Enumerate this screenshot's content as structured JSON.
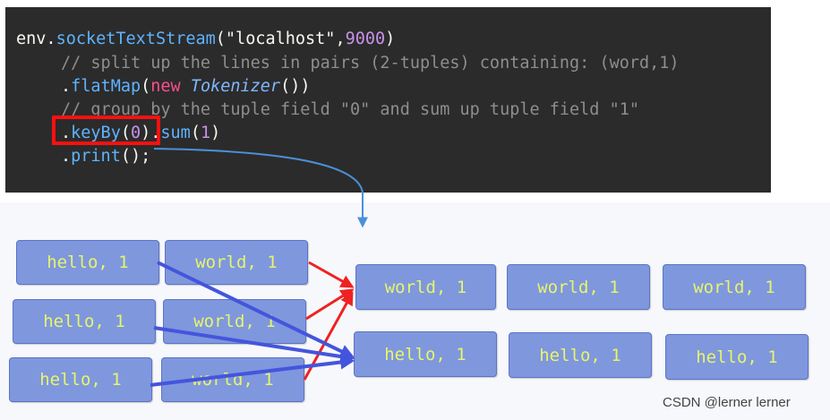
{
  "code": {
    "line1": {
      "obj": "env",
      "dot": ".",
      "fn": "socketTextStream",
      "open": "(",
      "arg1": "\"localhost\"",
      "comma": ",",
      "arg2": "9000",
      "close": ")"
    },
    "line2": {
      "comment": "// split up the lines in pairs (2-tuples) containing: (word,1)"
    },
    "line3": {
      "dot": ".",
      "fn": "flatMap",
      "open": "(",
      "kw": "new",
      "space": " ",
      "cls": "Tokenizer",
      "close": "())"
    },
    "line4": {
      "comment": "// group by the tuple field \"0\" and sum up tuple field \"1\""
    },
    "line5": {
      "dot": ".",
      "fn": "keyBy",
      "open": "(",
      "arg": "0",
      "close": ")",
      "dot2": ".",
      "fn2": "sum",
      "open2": "(",
      "arg2": "1",
      "close2": ")"
    },
    "line6": {
      "dot": ".",
      "fn": "print",
      "tail": "();"
    }
  },
  "chips": {
    "c1": "hello, 1",
    "c2": "world, 1",
    "c3": "hello, 1",
    "c4": "world, 1",
    "c5": "hello, 1",
    "c6": "world, 1",
    "c7": "world, 1",
    "c8": "world, 1",
    "c9": "world, 1",
    "c10": "hello, 1",
    "c11": "hello, 1",
    "c12": "hello, 1"
  },
  "colors": {
    "code_bg": "#2b2b2b",
    "chip_fill": "#7f97dd",
    "chip_text": "#e6f56a",
    "highlight": "#ff1010",
    "red_arrow": "#ee2222",
    "blue_arrow": "#4455dd",
    "connector": "#4a90d9"
  },
  "watermark": "CSDN @lerner lerner"
}
